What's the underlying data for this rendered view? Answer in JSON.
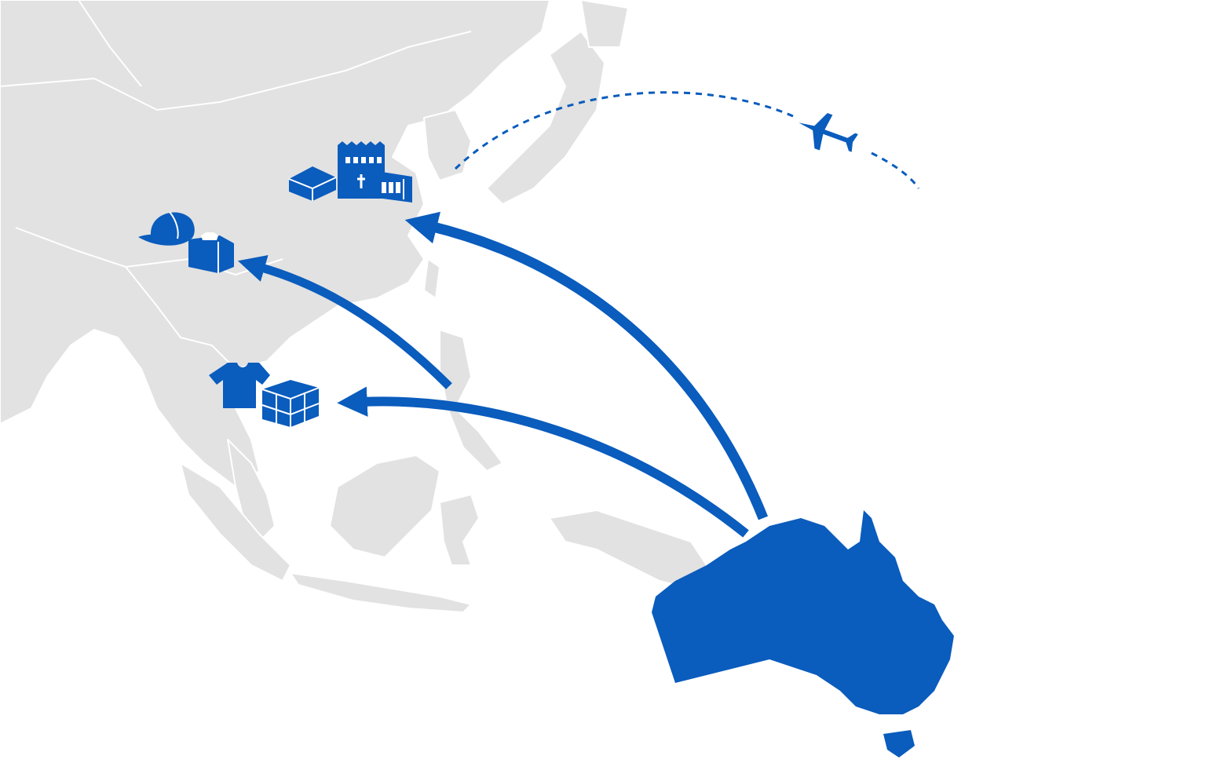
{
  "map": {
    "colors": {
      "accent": "#0a5cbd",
      "land": "#e2e2e2",
      "background": "#ffffff"
    },
    "highlighted_region": "Australia",
    "routes": [
      {
        "name": "route-to-east-asia",
        "icons": [
          "warehouse-box-icon",
          "factory-icon",
          "container-icon"
        ]
      },
      {
        "name": "route-to-south-china",
        "icons": [
          "cap-icon",
          "shirt-box-icon"
        ]
      },
      {
        "name": "route-to-southeast-asia",
        "icons": [
          "tshirt-icon",
          "parcel-icon"
        ]
      }
    ],
    "flight_path_icon": "airplane-icon"
  }
}
